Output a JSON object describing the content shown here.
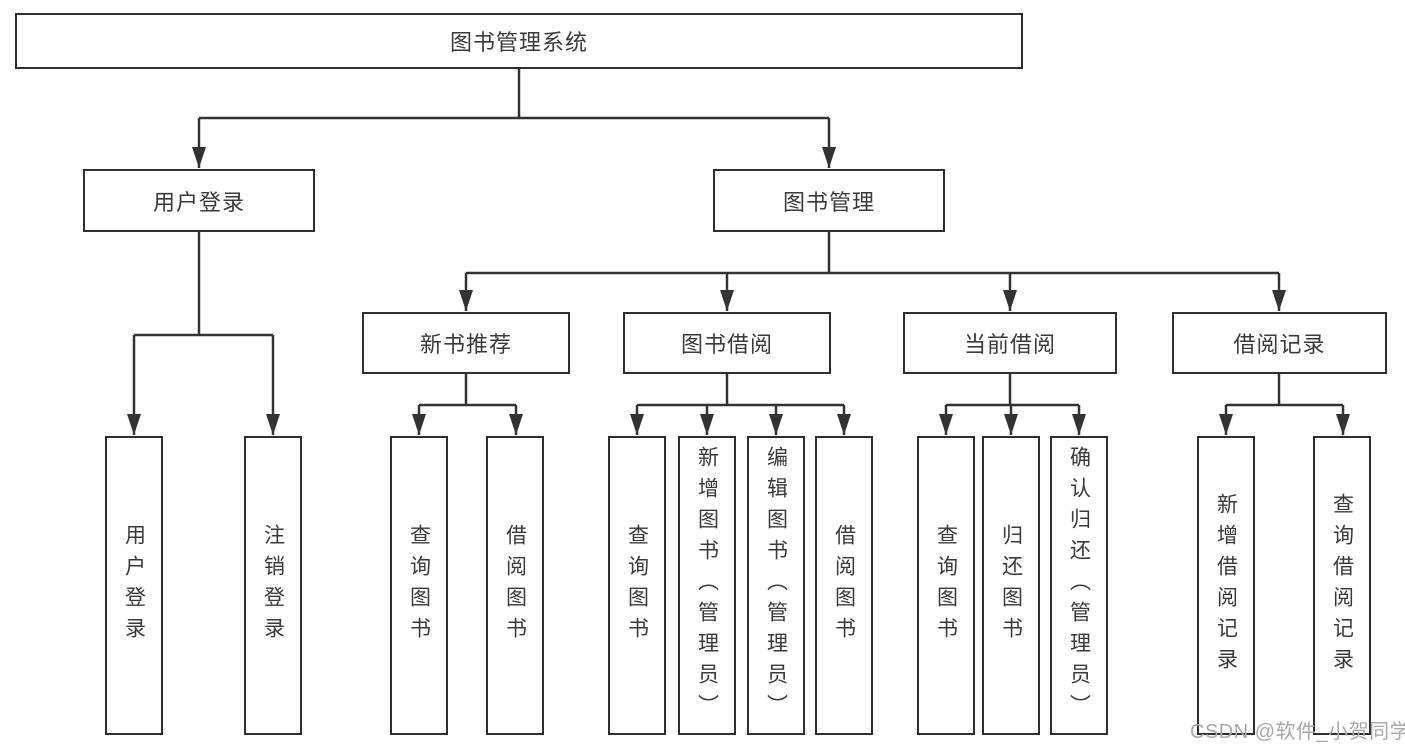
{
  "diagram": {
    "title": "图书管理系统",
    "level2": [
      {
        "label": "用户登录"
      },
      {
        "label": "图书管理"
      }
    ],
    "level3": [
      {
        "label": "新书推荐"
      },
      {
        "label": "图书借阅"
      },
      {
        "label": "当前借阅"
      },
      {
        "label": "借阅记录"
      }
    ],
    "leaves": [
      {
        "label": "用户登录"
      },
      {
        "label": "注销登录"
      },
      {
        "label": "查询图书"
      },
      {
        "label": "借阅图书"
      },
      {
        "label": "查询图书"
      },
      {
        "label": "新增图书（管理员）"
      },
      {
        "label": "编辑图书（管理员）"
      },
      {
        "label": "借阅图书"
      },
      {
        "label": "查询图书"
      },
      {
        "label": "归还图书"
      },
      {
        "label": "确认归还（管理员）"
      },
      {
        "label": "新增借阅记录"
      },
      {
        "label": "查询借阅记录"
      }
    ]
  },
  "watermark": {
    "text": "CSDN @软件_小贺同学"
  },
  "colors": {
    "line": "#333333",
    "box_border": "#2e2e2e",
    "text": "#3a3a3a",
    "background": "#ffffff",
    "watermark": "#a9a9a9"
  }
}
